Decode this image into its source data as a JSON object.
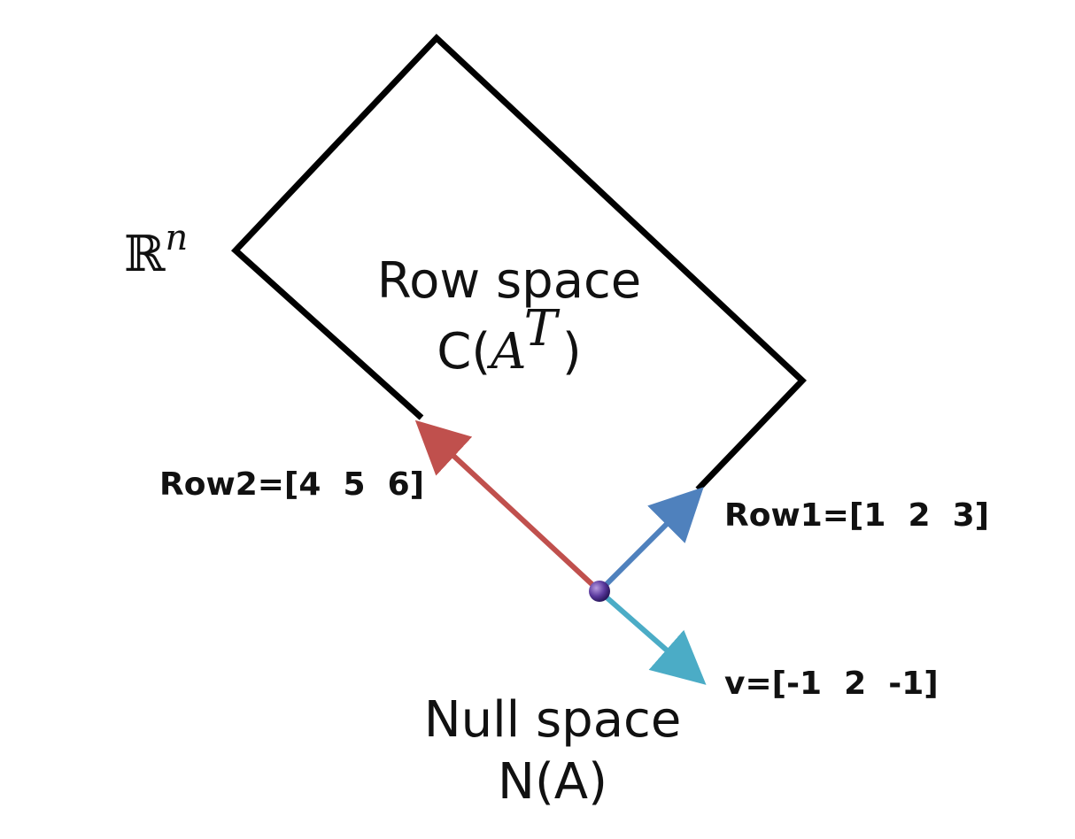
{
  "ambient_space": {
    "symbol": "ℝ",
    "exponent": "n"
  },
  "row_space": {
    "line1": "Row space",
    "line2_prefix": "C(",
    "line2_var": "A",
    "line2_sup": "T",
    "line2_suffix": ")"
  },
  "null_space": {
    "line1": "Null space",
    "line2": "N(A)"
  },
  "vectors": {
    "row2": {
      "label": "Row2=[4  5  6]",
      "color": "#c0504d"
    },
    "row1": {
      "label": "Row1=[1  2  3]",
      "color": "#4f81bd"
    },
    "v": {
      "label": "v=[-1  2  -1]",
      "color": "#4bacc6"
    }
  },
  "colors": {
    "outline": "#000000",
    "origin_point": "#5b3a9e"
  }
}
